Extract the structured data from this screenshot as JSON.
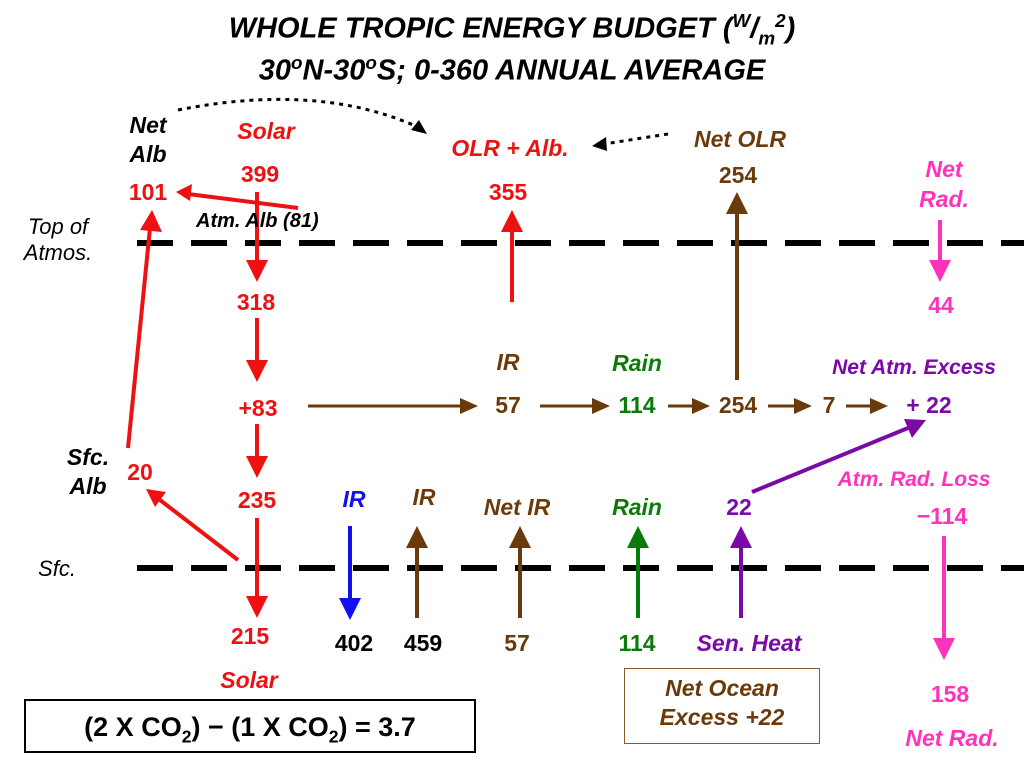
{
  "title": {
    "line1_main": "WHOLE TROPIC ENERGY BUDGET (",
    "line1_w": "W",
    "line1_slash": "/",
    "line1_m": "m",
    "line1_2": "2",
    "line1_close": ")",
    "line2_a": "30",
    "line2_o1": "o",
    "line2_b": "N-30",
    "line2_o2": "o",
    "line2_c": "S; 0-360 ANNUAL AVERAGE"
  },
  "levels": {
    "toa_label": "Top of Atmos.",
    "sfc_label": "Sfc."
  },
  "top_row": {
    "net_alb_label": "Net Alb",
    "net_alb_value": "101",
    "solar_label": "Solar",
    "solar_value": "399",
    "atm_alb_label": "Atm. Alb (81)",
    "olr_alb_label": "OLR + Alb.",
    "olr_alb_value": "355",
    "net_olr_label": "Net OLR",
    "net_olr_value": "254",
    "net_rad_label": "Net Rad.",
    "net_rad_value": "44"
  },
  "middle": {
    "solar_318": "318",
    "solar_plus83": "+83",
    "ir_label": "IR",
    "ir_value": "57",
    "rain_label": "Rain",
    "rain_value": "114",
    "chain_254": "254",
    "chain_7": "7",
    "net_atm_excess_label": "Net Atm. Excess",
    "net_atm_excess_plus": "+",
    "net_atm_excess_value": "22",
    "atm_rad_loss_label": "Atm. Rad. Loss",
    "atm_rad_loss_value": "−114"
  },
  "surface": {
    "sfc_alb_label": "Sfc. Alb",
    "sfc_alb_value": "20",
    "solar_235": "235",
    "solar_215": "215",
    "solar_bottom_label": "Solar",
    "ir_down_label": "IR",
    "ir_down_value": "402",
    "ir_up_label": "IR",
    "ir_up_value": "459",
    "net_ir_label": "Net IR",
    "net_ir_value": "57",
    "rain_label": "Rain",
    "rain_value": "114",
    "sen_heat_top": "22",
    "sen_heat_label": "Sen. Heat",
    "net_rad_value": "158",
    "net_rad_label": "Net Rad."
  },
  "boxes": {
    "ocean_line1": "Net Ocean",
    "ocean_line2": "Excess +22",
    "co2_part1": "(2 X CO",
    "co2_sub1": "2",
    "co2_part2": ") − (1 X CO",
    "co2_sub2": "2",
    "co2_part3": ") = 3.7"
  },
  "colors": {
    "solar": "#ee1111",
    "longwave": "#6a3a0a",
    "rain": "#0a7a0a",
    "sensible": "#7a0aa8",
    "net_rad": "#ff33bb",
    "ir_down": "#1111ee"
  }
}
